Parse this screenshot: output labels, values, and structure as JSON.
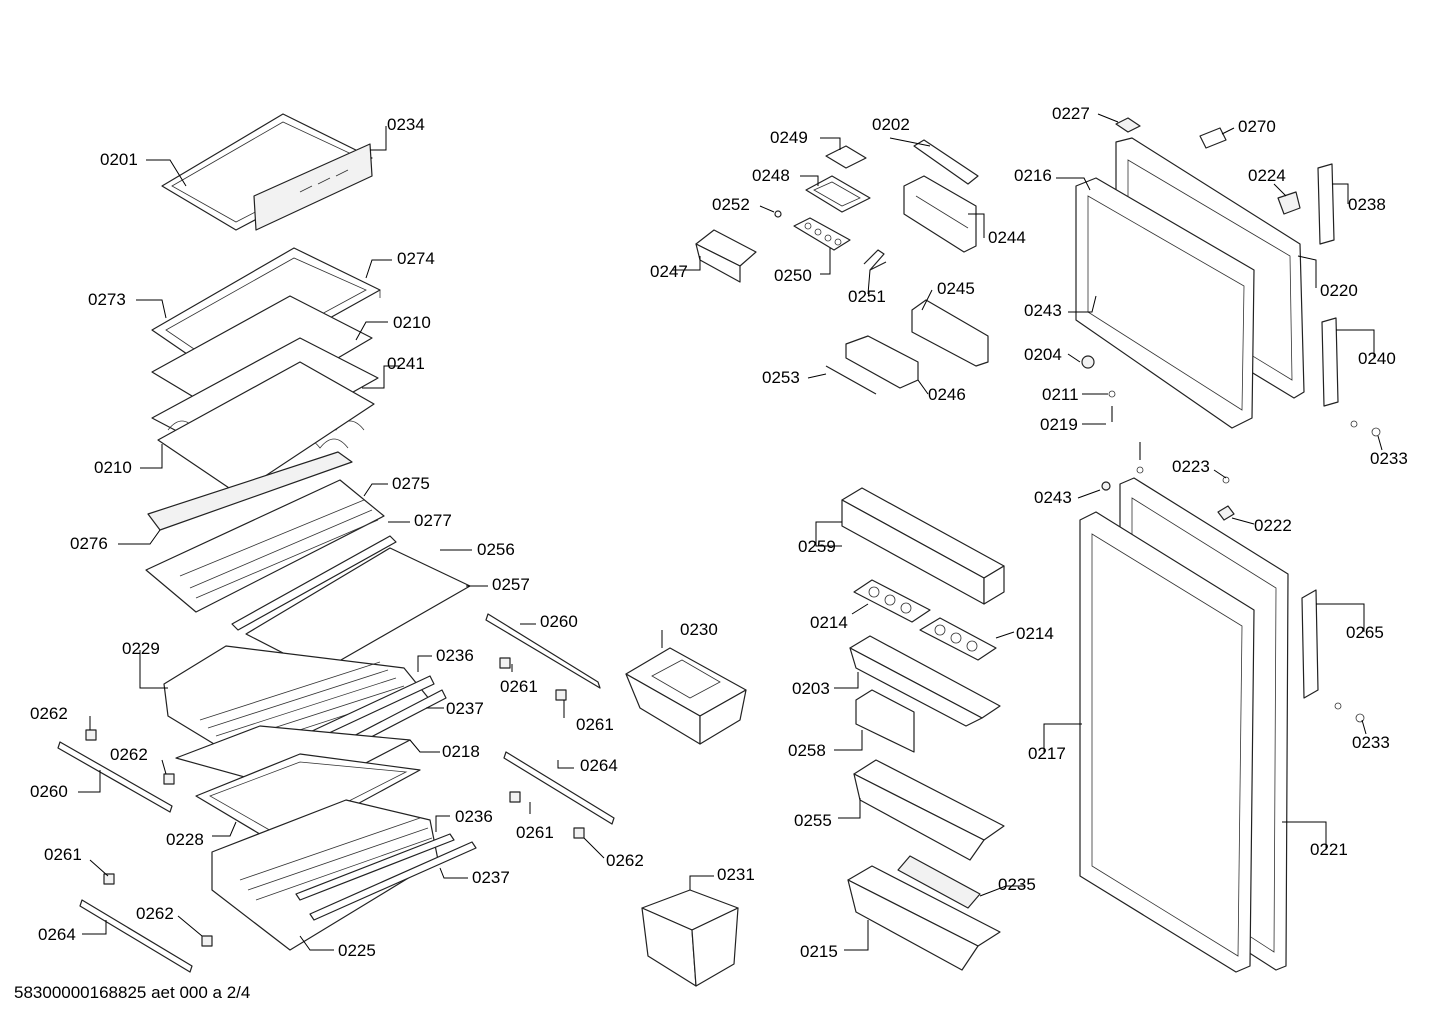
{
  "document_id": "58300000168825 aet 000 a 2/4",
  "parts": [
    {
      "id": "p0234",
      "label": "0234"
    },
    {
      "id": "p0201",
      "label": "0201"
    },
    {
      "id": "p0274",
      "label": "0274"
    },
    {
      "id": "p0273",
      "label": "0273"
    },
    {
      "id": "p0210a",
      "label": "0210"
    },
    {
      "id": "p0241",
      "label": "0241"
    },
    {
      "id": "p0210b",
      "label": "0210"
    },
    {
      "id": "p0275",
      "label": "0275"
    },
    {
      "id": "p0277",
      "label": "0277"
    },
    {
      "id": "p0276",
      "label": "0276"
    },
    {
      "id": "p0256",
      "label": "0256"
    },
    {
      "id": "p0257",
      "label": "0257"
    },
    {
      "id": "p0260a",
      "label": "0260"
    },
    {
      "id": "p0230",
      "label": "0230"
    },
    {
      "id": "p0229",
      "label": "0229"
    },
    {
      "id": "p0236a",
      "label": "0236"
    },
    {
      "id": "p0261a",
      "label": "0261"
    },
    {
      "id": "p0237a",
      "label": "0237"
    },
    {
      "id": "p0262a",
      "label": "0262"
    },
    {
      "id": "p0261b",
      "label": "0261"
    },
    {
      "id": "p0218",
      "label": "0218"
    },
    {
      "id": "p0262b",
      "label": "0262"
    },
    {
      "id": "p0264a",
      "label": "0264"
    },
    {
      "id": "p0260b",
      "label": "0260"
    },
    {
      "id": "p0228",
      "label": "0228"
    },
    {
      "id": "p0236b",
      "label": "0236"
    },
    {
      "id": "p0261c",
      "label": "0261"
    },
    {
      "id": "p0262c",
      "label": "0262"
    },
    {
      "id": "p0261d",
      "label": "0261"
    },
    {
      "id": "p0237b",
      "label": "0237"
    },
    {
      "id": "p0231",
      "label": "0231"
    },
    {
      "id": "p0262d",
      "label": "0262"
    },
    {
      "id": "p0264b",
      "label": "0264"
    },
    {
      "id": "p0225",
      "label": "0225"
    },
    {
      "id": "p0249",
      "label": "0249"
    },
    {
      "id": "p0202",
      "label": "0202"
    },
    {
      "id": "p0248",
      "label": "0248"
    },
    {
      "id": "p0252",
      "label": "0252"
    },
    {
      "id": "p0244",
      "label": "0244"
    },
    {
      "id": "p0247",
      "label": "0247"
    },
    {
      "id": "p0250",
      "label": "0250"
    },
    {
      "id": "p0251",
      "label": "0251"
    },
    {
      "id": "p0245",
      "label": "0245"
    },
    {
      "id": "p0253",
      "label": "0253"
    },
    {
      "id": "p0246",
      "label": "0246"
    },
    {
      "id": "p0227",
      "label": "0227"
    },
    {
      "id": "p0270",
      "label": "0270"
    },
    {
      "id": "p0216",
      "label": "0216"
    },
    {
      "id": "p0224",
      "label": "0224"
    },
    {
      "id": "p0238",
      "label": "0238"
    },
    {
      "id": "p0220",
      "label": "0220"
    },
    {
      "id": "p0243a",
      "label": "0243"
    },
    {
      "id": "p0240",
      "label": "0240"
    },
    {
      "id": "p0204",
      "label": "0204"
    },
    {
      "id": "p0211",
      "label": "0211"
    },
    {
      "id": "p0219",
      "label": "0219"
    },
    {
      "id": "p0233a",
      "label": "0233"
    },
    {
      "id": "p0223",
      "label": "0223"
    },
    {
      "id": "p0243b",
      "label": "0243"
    },
    {
      "id": "p0222",
      "label": "0222"
    },
    {
      "id": "p0259",
      "label": "0259"
    },
    {
      "id": "p0214a",
      "label": "0214"
    },
    {
      "id": "p0214b",
      "label": "0214"
    },
    {
      "id": "p0265",
      "label": "0265"
    },
    {
      "id": "p0203",
      "label": "0203"
    },
    {
      "id": "p0233b",
      "label": "0233"
    },
    {
      "id": "p0258",
      "label": "0258"
    },
    {
      "id": "p0217",
      "label": "0217"
    },
    {
      "id": "p0255",
      "label": "0255"
    },
    {
      "id": "p0221",
      "label": "0221"
    },
    {
      "id": "p0235",
      "label": "0235"
    },
    {
      "id": "p0215",
      "label": "0215"
    }
  ]
}
